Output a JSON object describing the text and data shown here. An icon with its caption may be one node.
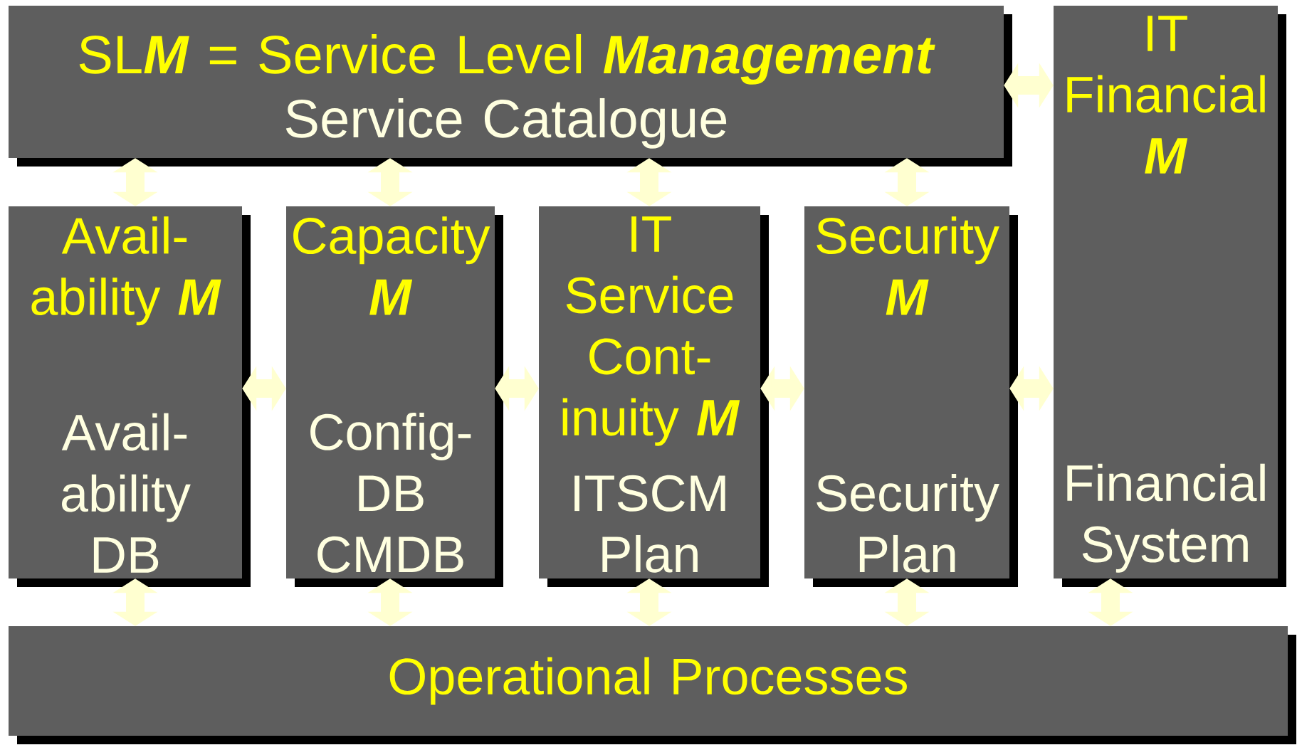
{
  "diagram": {
    "nodes": [
      {
        "text": [
          "SL**M** = Service Level **Management**",
          "Service Catalogue"
        ]
      },
      {
        "text": [
          "IT Financial **M**",
          "Financial System"
        ]
      },
      {
        "text": [
          "Avail- ability **M**",
          "Avail- ability DB"
        ]
      },
      {
        "text": [
          "Capacity **M**",
          "Config- DB CMDB"
        ]
      },
      {
        "text": [
          "IT Service Cont- inuity **M**",
          "ITSCM Plan"
        ]
      },
      {
        "text": [
          "Security **M**",
          "Security Plan"
        ]
      },
      {
        "text": [
          "Operational Processes"
        ]
      }
    ],
    "edges": [
      {
        "from": 0,
        "to": 1,
        "arrow": "both"
      },
      {
        "from": 0,
        "to": 2,
        "arrow": "both"
      },
      {
        "from": 0,
        "to": 3,
        "arrow": "both"
      },
      {
        "from": 0,
        "to": 4,
        "arrow": "both"
      },
      {
        "from": 0,
        "to": 5,
        "arrow": "both"
      },
      {
        "from": 2,
        "to": 3,
        "arrow": "both"
      },
      {
        "from": 3,
        "to": 4,
        "arrow": "both"
      },
      {
        "from": 4,
        "to": 5,
        "arrow": "both"
      },
      {
        "from": 5,
        "to": 1,
        "arrow": "both"
      },
      {
        "from": 2,
        "to": 6,
        "arrow": "both"
      },
      {
        "from": 3,
        "to": 6,
        "arrow": "both"
      },
      {
        "from": 4,
        "to": 6,
        "arrow": "both"
      },
      {
        "from": 5,
        "to": 6,
        "arrow": "both"
      },
      {
        "from": 1,
        "to": 6,
        "arrow": "both"
      }
    ]
  }
}
